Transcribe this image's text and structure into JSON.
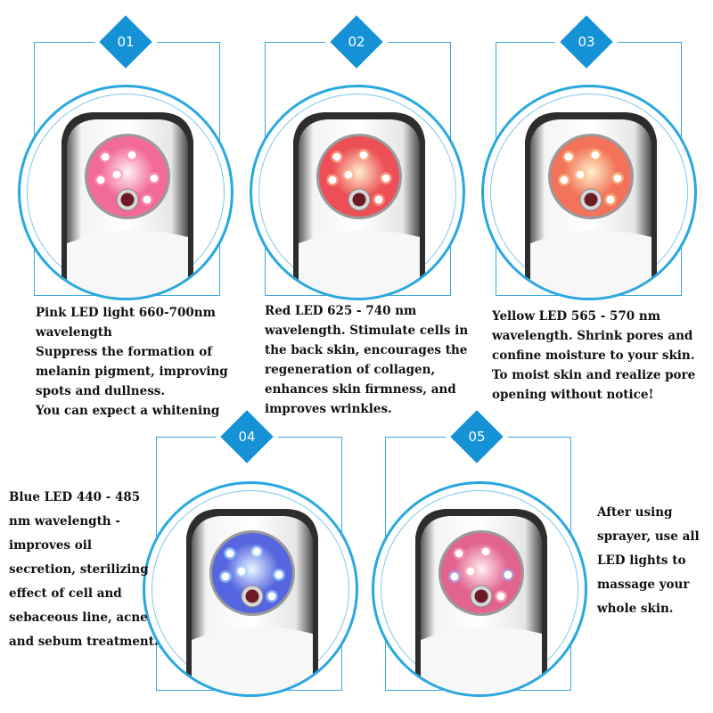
{
  "panels": [
    {
      "number": "01",
      "lines": [
        "Pink LED light 660-700nm",
        "wavelength",
        "Suppress the formation of",
        "melanin pigment, improving",
        "spots and dullness.",
        "You can expect a whitening"
      ],
      "led_colors": [
        "#ff8fb6",
        "#ff8fb6",
        "#ff8fb6",
        "#ff8fb6",
        "#ff8fb6",
        "#ff8fb6"
      ],
      "disc_color": "#f26a9a",
      "led_glow": "#fff3f8",
      "device_icon": "led-beauty-device-head"
    },
    {
      "number": "02",
      "lines": [
        "Red LED 625 - 740 nm",
        "wavelength. Stimulate cells in",
        "the back skin, encourages the",
        "regeneration of collagen,",
        "enhances skin firmness, and",
        "improves wrinkles."
      ],
      "led_colors": [
        "#ffb08a",
        "#ffb08a",
        "#ffb08a",
        "#ffb08a",
        "#ffb08a",
        "#ffb08a"
      ],
      "disc_color": "#ec4f55",
      "led_glow": "#ffeecf",
      "device_icon": "led-beauty-device-head"
    },
    {
      "number": "03",
      "lines": [
        "Yellow LED 565 - 570 nm",
        "wavelength. Shrink pores and",
        "confine moisture to your skin.",
        "To moist skin and realize pore",
        "opening without notice!"
      ],
      "led_colors": [
        "#ffc27a",
        "#ffc27a",
        "#ffc27a",
        "#ffc27a",
        "#ffc27a",
        "#ffc27a"
      ],
      "disc_color": "#f2735a",
      "led_glow": "#fff2cc",
      "device_icon": "led-beauty-device-head"
    },
    {
      "number": "04",
      "lines": [
        "Blue LED  440 - 485",
        "nm wavelength -",
        "improves oil",
        "secretion, sterilizing",
        "effect of cell and",
        "sebaceous line, acne",
        "and sebum treatment."
      ],
      "led_colors": [
        "#9fd8ff",
        "#9fd8ff",
        "#9fd8ff",
        "#9fd8ff",
        "#9fd8ff",
        "#9fd8ff"
      ],
      "disc_color": "#5566e0",
      "led_glow": "#eaf8ff",
      "device_icon": "led-beauty-device-head"
    },
    {
      "number": "05",
      "lines": [
        "After using",
        "sprayer, use all",
        "LED lights to",
        "massage your",
        "whole skin."
      ],
      "led_colors": [
        "#ff9cb0",
        "#ff9cb0",
        "#8fb8ff",
        "#8fb8ff",
        "#ffb6b6",
        "#ffb6b6"
      ],
      "disc_color": "#e2648e",
      "led_glow": "#fff0f4",
      "device_icon": "led-beauty-device-head"
    }
  ],
  "colors": {
    "frame": "#3aa6dd",
    "circle": "#29a8e0",
    "badge": "#1591d6"
  }
}
